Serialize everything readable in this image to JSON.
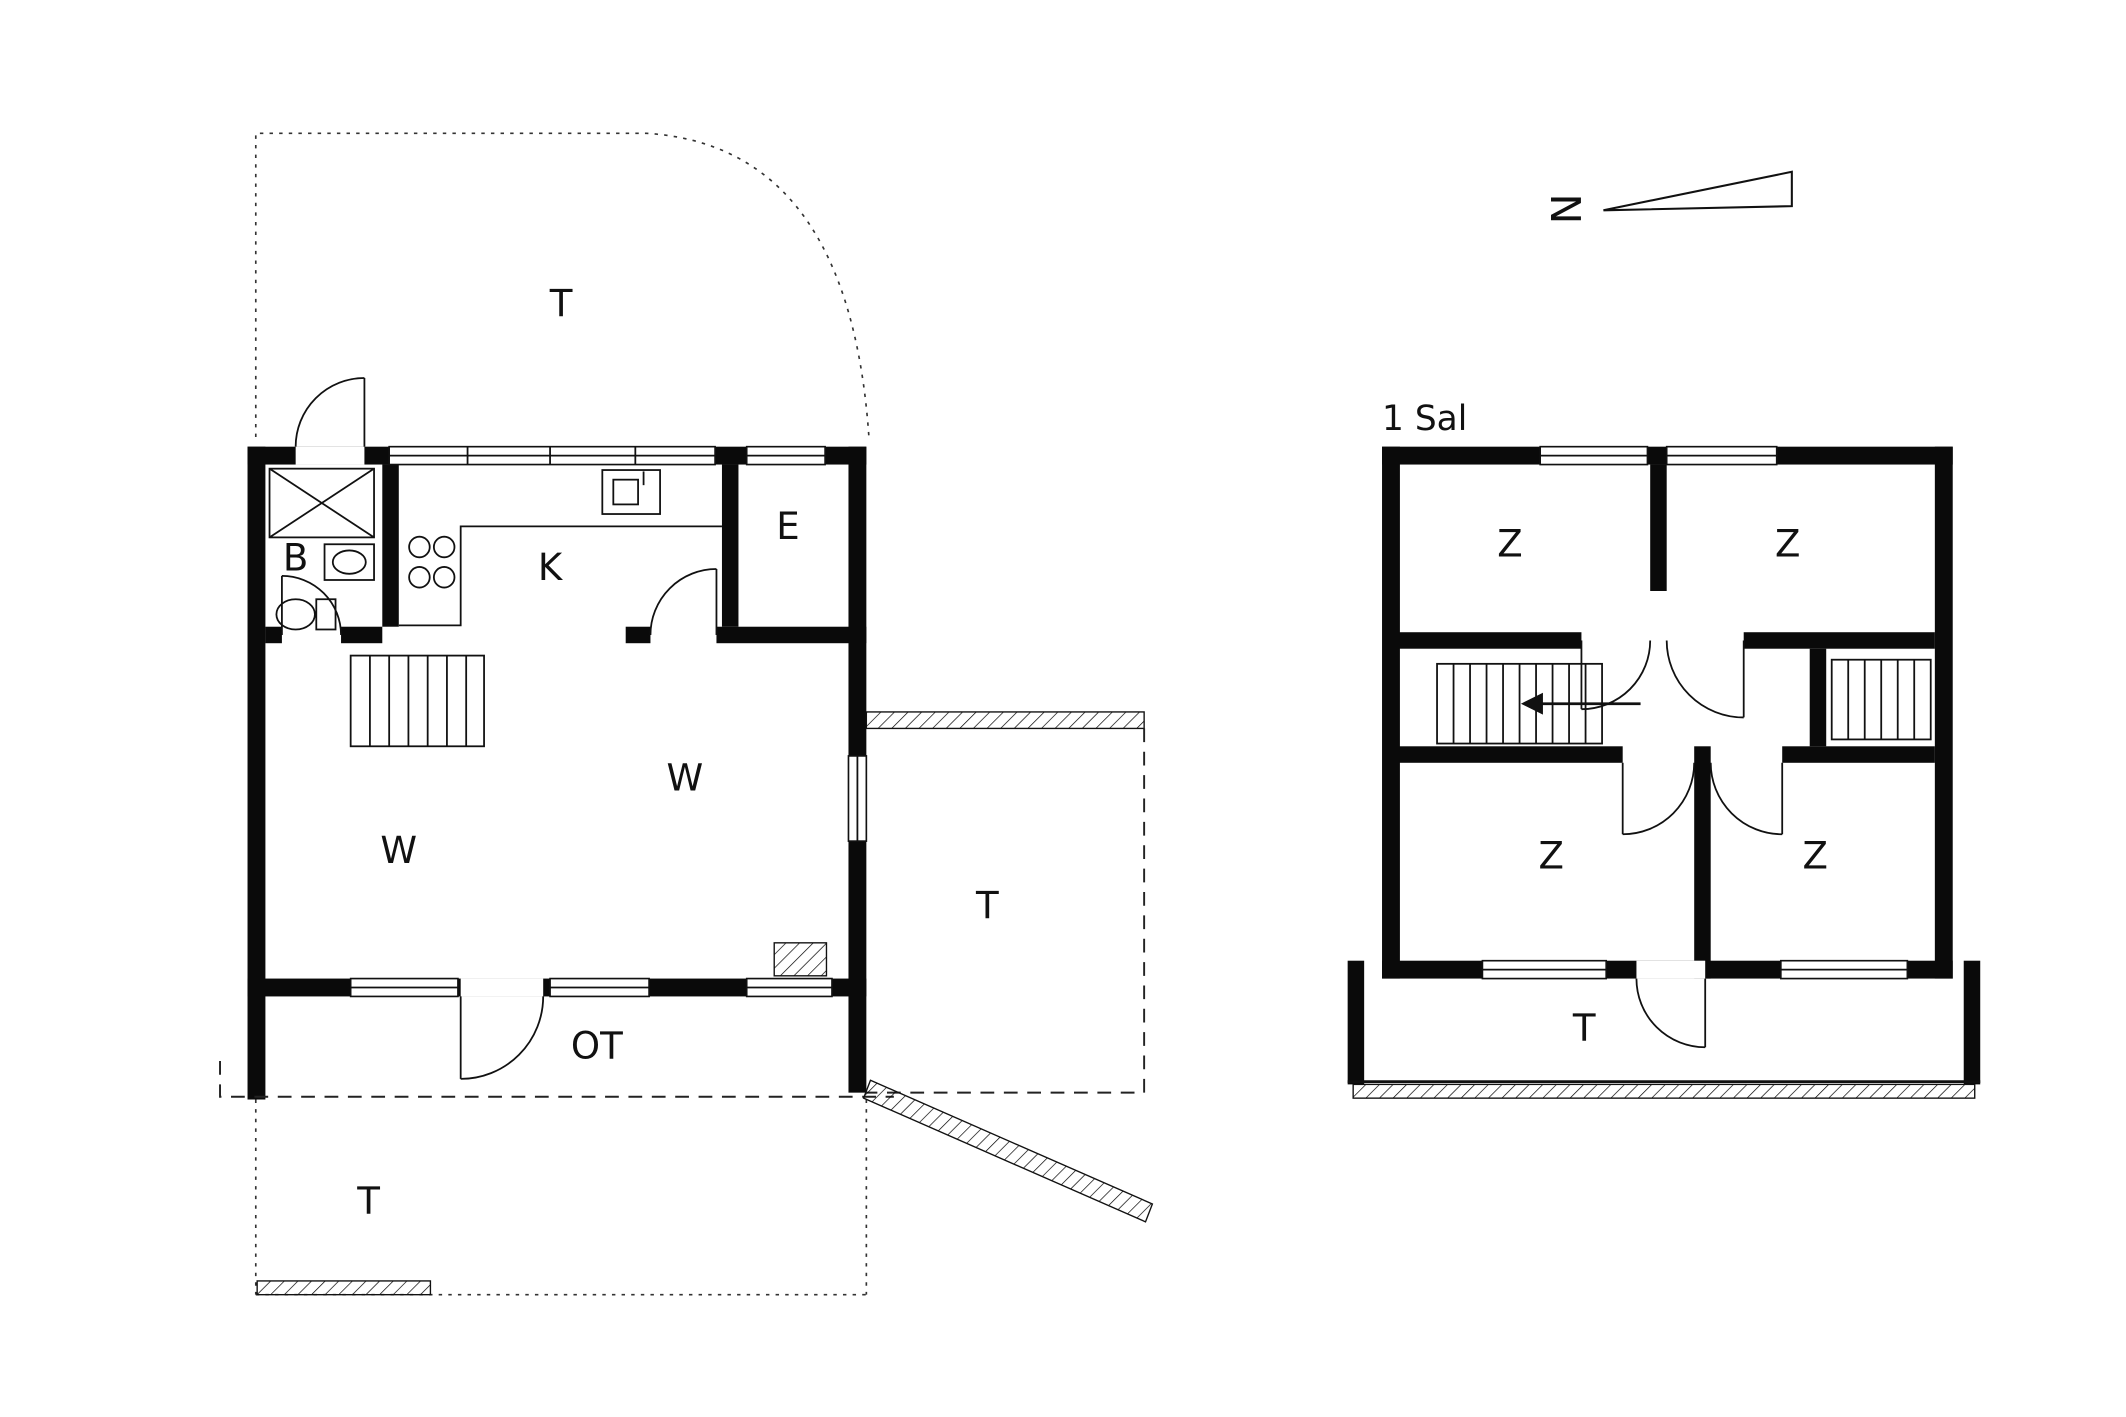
{
  "compass": {
    "letter": "N"
  },
  "ground_floor": {
    "labels": {
      "terrace_top": "T",
      "bath": "B",
      "kitchen": "K",
      "entry": "E",
      "living_upper": "W",
      "living_lower": "W",
      "terrace_right": "T",
      "covered_terrace": "OT",
      "terrace_bottom": "T"
    }
  },
  "first_floor": {
    "title": "1 Sal",
    "labels": {
      "bedroom_nw": "Z",
      "bedroom_ne": "Z",
      "bedroom_sw": "Z",
      "bedroom_se": "Z",
      "terrace": "T"
    }
  }
}
